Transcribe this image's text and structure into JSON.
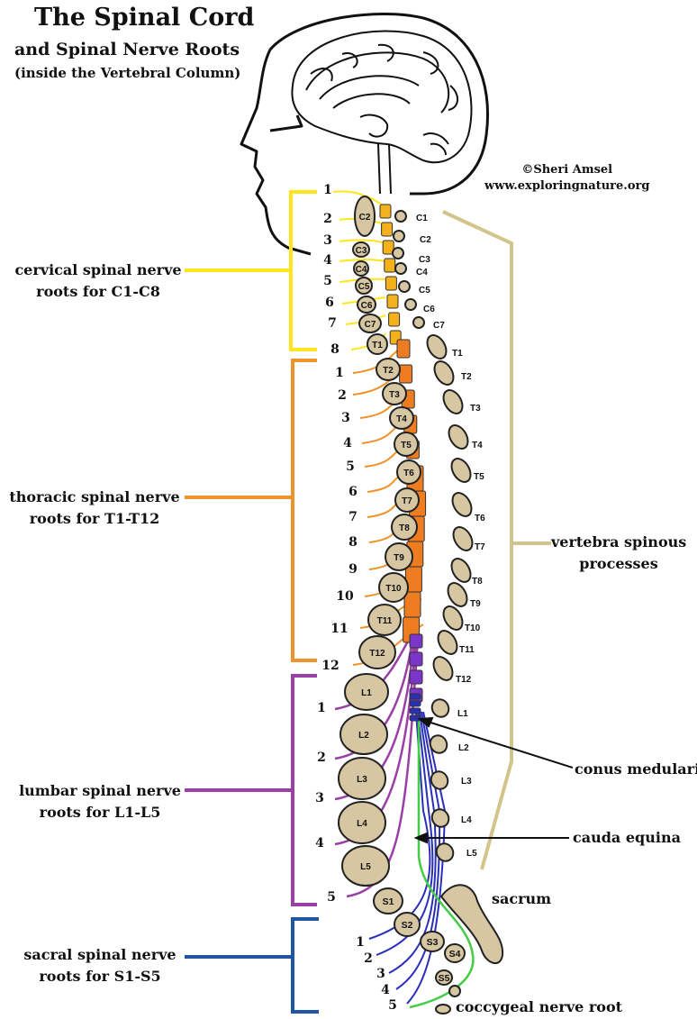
{
  "title": "The Spinal Cord",
  "subtitle": "and Spinal Nerve Roots",
  "subtitle2": "(inside the Vertebral Column)",
  "credit": {
    "line1": "©Sheri Amsel",
    "line2": "www.exploringnature.org"
  },
  "colors": {
    "cervical": "#ffe61a",
    "thoracic": "#f0922a",
    "lumbar": "#9a3fa6",
    "sacral": "#1f55a3",
    "coccygeal": "#44cc44",
    "bone": "#d6c6a2",
    "spinous_bracket": "#d2c48a",
    "cervical_cord": "#f3b21c",
    "thoracic_cord": "#ee7d22",
    "lumbar_cord": "#7a36c8",
    "cauda": "#2a2fb8"
  },
  "regions": {
    "cervical": {
      "line1": "cervical spinal nerve",
      "line2": "roots for C1-C8",
      "numbers": [
        "1",
        "2",
        "3",
        "4",
        "5",
        "6",
        "7",
        "8"
      ],
      "body_labels": [
        "C2",
        "C3",
        "C4",
        "C5",
        "C6",
        "C7",
        "T1"
      ],
      "spinous_labels": [
        "C1",
        "C2",
        "C3",
        "C4",
        "C5",
        "C6",
        "C7"
      ]
    },
    "thoracic": {
      "line1": "thoracic spinal nerve",
      "line2": "roots for T1-T12",
      "numbers": [
        "1",
        "2",
        "3",
        "4",
        "5",
        "6",
        "7",
        "8",
        "9",
        "10",
        "11",
        "12"
      ],
      "body_labels": [
        "T2",
        "T3",
        "T4",
        "T5",
        "T6",
        "T7",
        "T8",
        "T9",
        "T10",
        "T11",
        "T12"
      ],
      "spinous_labels": [
        "T1",
        "T2",
        "T3",
        "T4",
        "T5",
        "T6",
        "T7",
        "T8",
        "T9",
        "T10",
        "T11",
        "T12"
      ]
    },
    "lumbar": {
      "line1": "lumbar spinal nerve",
      "line2": "roots for L1-L5",
      "numbers": [
        "1",
        "2",
        "3",
        "4",
        "5"
      ],
      "body_labels": [
        "L1",
        "L2",
        "L3",
        "L4",
        "L5"
      ],
      "spinous_labels": [
        "L1",
        "L2",
        "L3",
        "L4",
        "L5"
      ]
    },
    "sacral": {
      "line1": "sacral spinal nerve",
      "line2": "roots for S1-S5",
      "numbers": [
        "1",
        "2",
        "3",
        "4",
        "5"
      ],
      "body_labels": [
        "S1",
        "S2",
        "S3",
        "S4",
        "S5"
      ]
    }
  },
  "spinous": {
    "line1": "vertebra spinous",
    "line2": "processes"
  },
  "callouts": {
    "conus": "conus medularis",
    "cauda": "cauda equina",
    "sacrum": "sacrum",
    "coccygeal": "coccygeal nerve root"
  }
}
